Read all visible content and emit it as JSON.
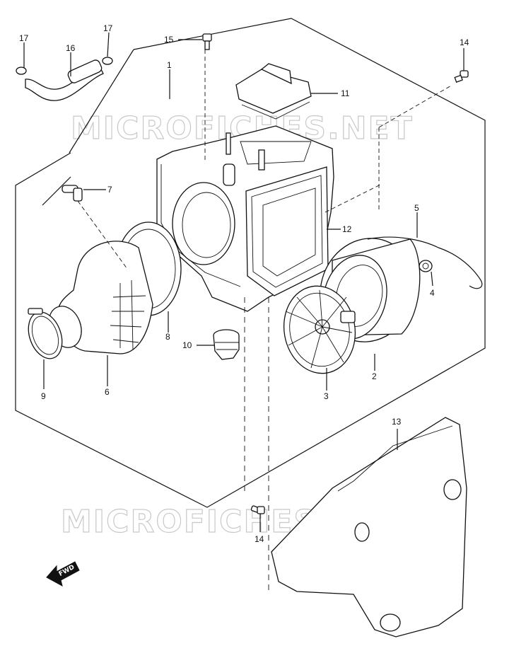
{
  "watermark": "MICROFICHES.NET",
  "fwd_label": "FWD",
  "callouts": [
    {
      "id": "c17a",
      "text": "17"
    },
    {
      "id": "c16",
      "text": "16"
    },
    {
      "id": "c17b",
      "text": "17"
    },
    {
      "id": "c15",
      "text": "15"
    },
    {
      "id": "c1",
      "text": "1"
    },
    {
      "id": "c14a",
      "text": "14"
    },
    {
      "id": "c11",
      "text": "11"
    },
    {
      "id": "c7",
      "text": "7"
    },
    {
      "id": "c5",
      "text": "5"
    },
    {
      "id": "c12",
      "text": "12"
    },
    {
      "id": "c4",
      "text": "4"
    },
    {
      "id": "c8",
      "text": "8"
    },
    {
      "id": "c10",
      "text": "10"
    },
    {
      "id": "c2",
      "text": "2"
    },
    {
      "id": "c9",
      "text": "9"
    },
    {
      "id": "c6",
      "text": "6"
    },
    {
      "id": "c3",
      "text": "3"
    },
    {
      "id": "c13",
      "text": "13"
    },
    {
      "id": "c14b",
      "text": "14"
    }
  ]
}
